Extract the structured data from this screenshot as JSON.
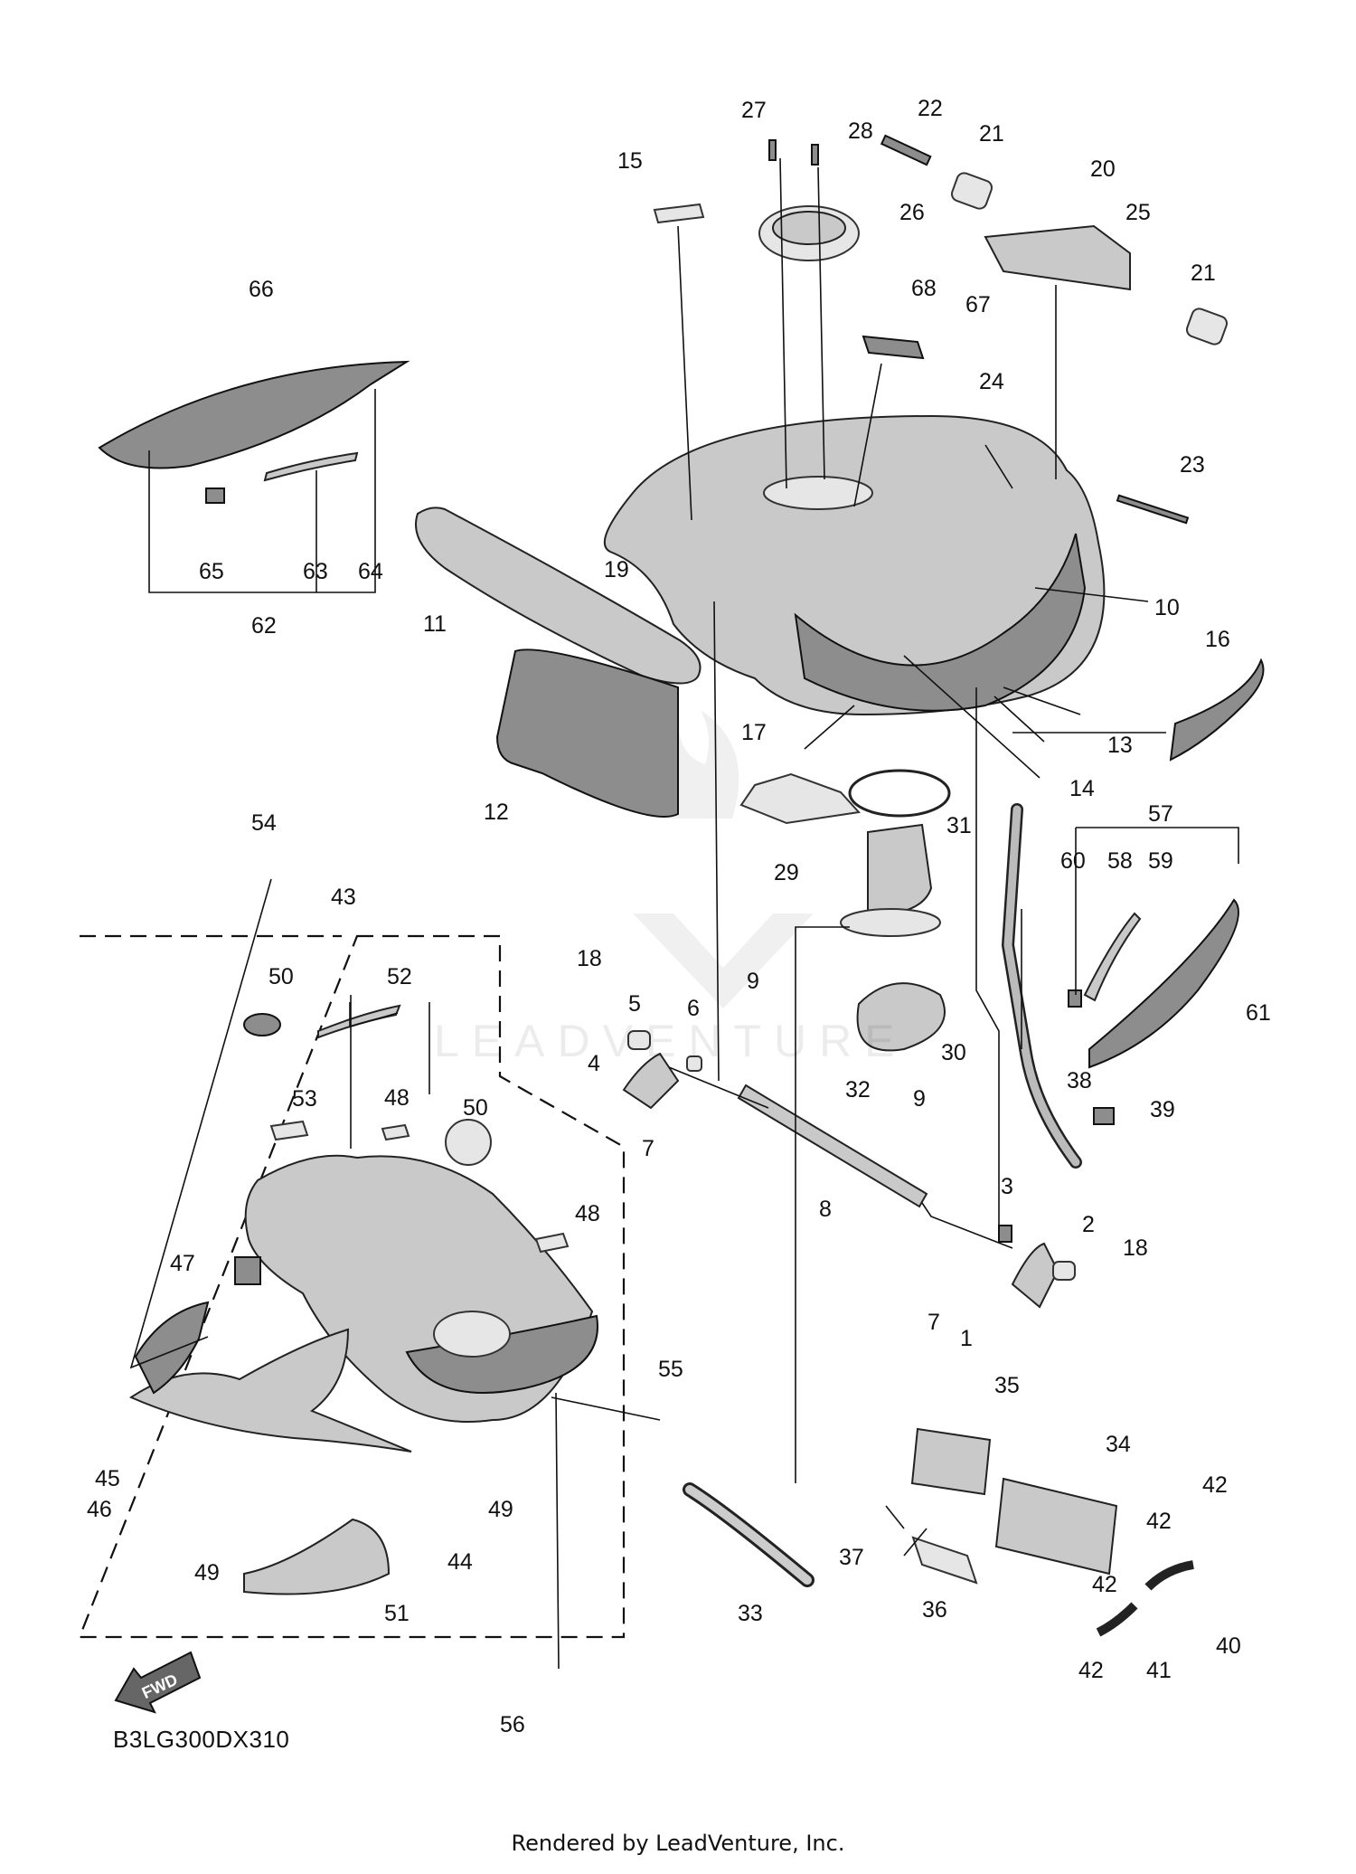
{
  "diagram": {
    "code": "B3LG300DX310",
    "footer": "Rendered by LeadVenture, Inc.",
    "watermark": "LEADVENTURE",
    "fwd_label": "FWD",
    "callouts": [
      "1",
      "2",
      "3",
      "4",
      "5",
      "6",
      "7",
      "7",
      "8",
      "9",
      "9",
      "10",
      "11",
      "12",
      "13",
      "14",
      "15",
      "16",
      "17",
      "18",
      "18",
      "19",
      "20",
      "21",
      "21",
      "22",
      "23",
      "24",
      "25",
      "26",
      "27",
      "28",
      "29",
      "30",
      "31",
      "32",
      "33",
      "34",
      "35",
      "36",
      "37",
      "38",
      "39",
      "40",
      "41",
      "42",
      "42",
      "42",
      "42",
      "43",
      "44",
      "45",
      "46",
      "47",
      "48",
      "48",
      "49",
      "49",
      "50",
      "50",
      "51",
      "52",
      "53",
      "54",
      "55",
      "56",
      "57",
      "58",
      "59",
      "60",
      "61",
      "62",
      "63",
      "64",
      "65",
      "66",
      "67",
      "68"
    ]
  }
}
